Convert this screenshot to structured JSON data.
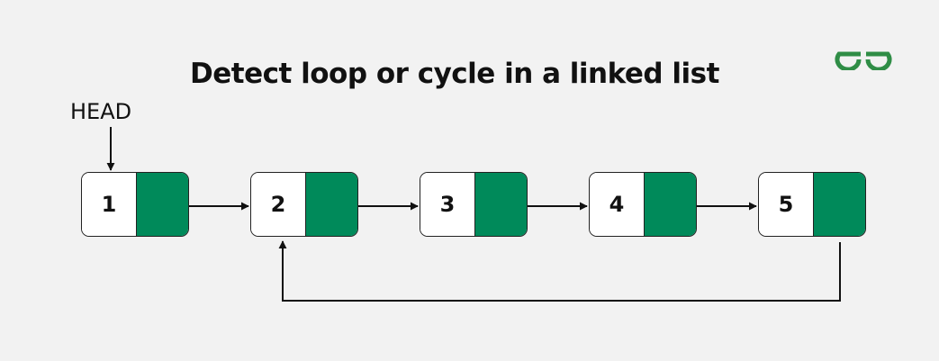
{
  "title": "Detect loop or cycle in a linked list",
  "head_label": "HEAD",
  "logo": {
    "icon": "geeksforgeeks-logo-icon",
    "color": "#2f8d46"
  },
  "colors": {
    "background": "#f2f2f2",
    "pointer_box": "#008a5a",
    "node_box": "#ffffff",
    "stroke": "#111111"
  },
  "nodes": [
    {
      "value": "1"
    },
    {
      "value": "2"
    },
    {
      "value": "3"
    },
    {
      "value": "4"
    },
    {
      "value": "5"
    }
  ],
  "edges": [
    {
      "from": "1",
      "to": "2"
    },
    {
      "from": "2",
      "to": "3"
    },
    {
      "from": "3",
      "to": "4"
    },
    {
      "from": "4",
      "to": "5"
    },
    {
      "from": "5",
      "to": "2"
    }
  ]
}
